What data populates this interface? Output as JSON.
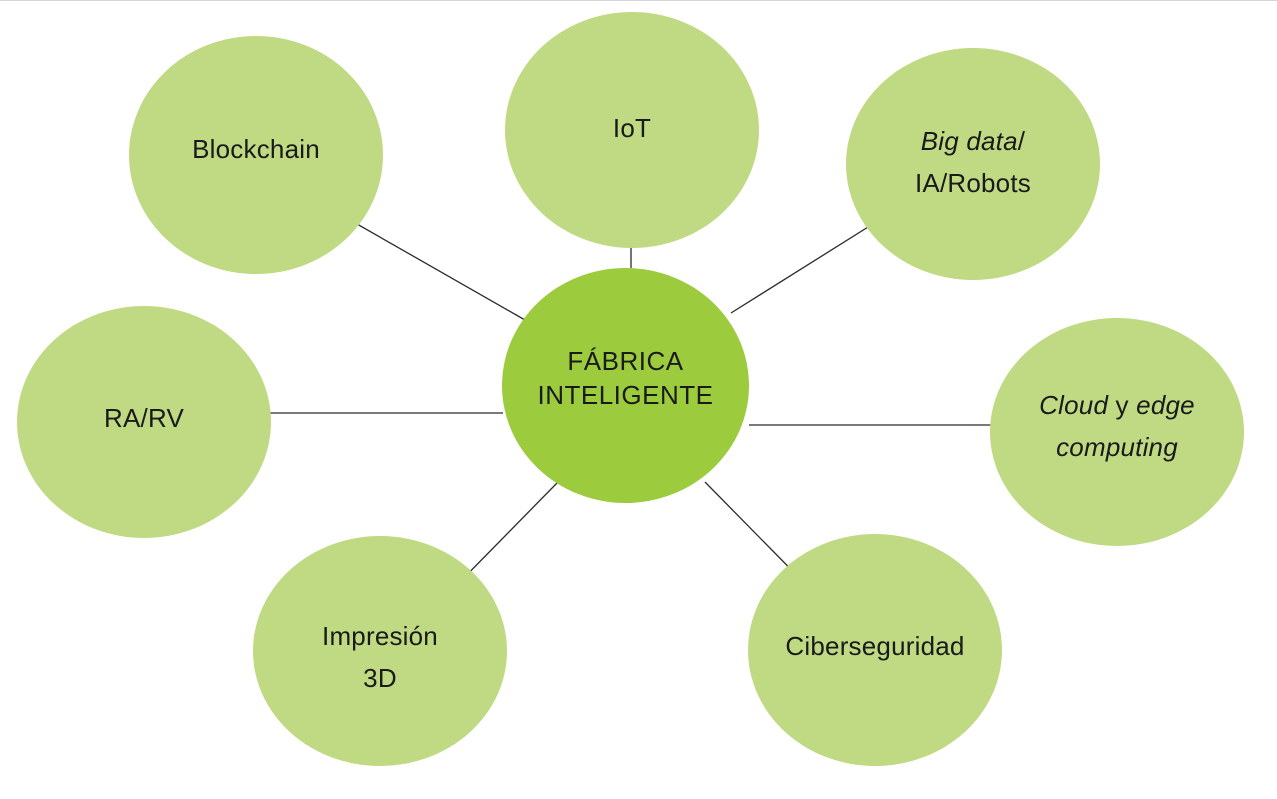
{
  "colors": {
    "outer_node": "#bfda82",
    "center_node": "#9ccb3e",
    "connector": "#2b2b2b",
    "text": "#1a1a1a"
  },
  "center": {
    "lines": [
      "FÁBRICA",
      "INTELIGENTE"
    ]
  },
  "nodes": {
    "blockchain": {
      "lines": [
        "Blockchain"
      ]
    },
    "iot": {
      "lines": [
        "IoT"
      ]
    },
    "bigdata": {
      "line1_italic": "Big data",
      "line1_rest": "/",
      "line2": "IA/Robots"
    },
    "rarv": {
      "lines": [
        "RA/RV"
      ]
    },
    "cloud": {
      "italic_a": "Cloud",
      "mid": " y ",
      "italic_b": "edge",
      "line2_italic": "computing"
    },
    "impresion": {
      "lines": [
        "Impresión",
        "3D"
      ]
    },
    "ciberseguridad": {
      "lines": [
        "Ciberseguridad"
      ]
    }
  }
}
